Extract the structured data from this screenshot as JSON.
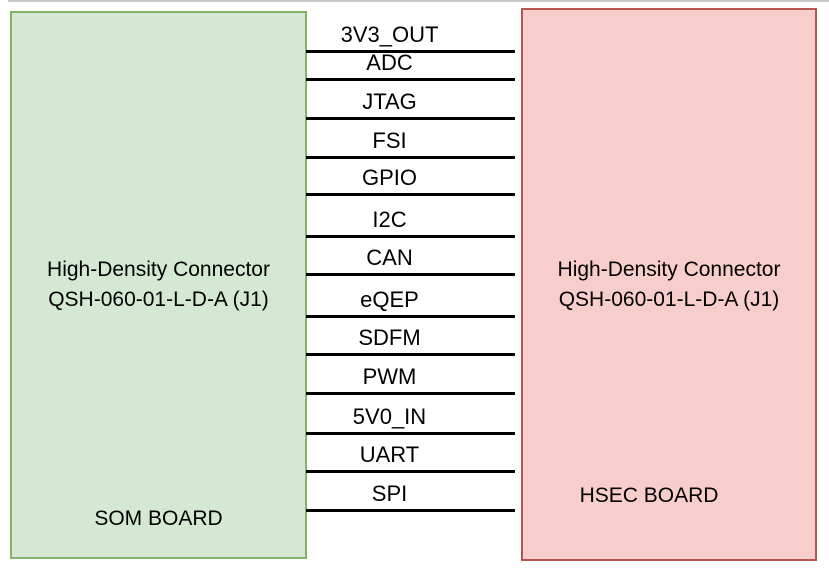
{
  "diagram": {
    "left_board": {
      "connector_line1": "High-Density Connector",
      "connector_line2": "QSH-060-01-L-D-A (J1)",
      "board_label": "SOM BOARD",
      "fill": "#d5e8d4",
      "border": "#82b366"
    },
    "right_board": {
      "connector_line1": "High-Density Connector",
      "connector_line2": "QSH-060-01-L-D-A (J1)",
      "board_label": "HSEC BOARD",
      "fill": "#f8cecc",
      "border": "#b85450"
    },
    "signals": [
      "3V3_OUT",
      "ADC",
      "JTAG",
      "FSI",
      "GPIO",
      "I2C",
      "CAN",
      "eQEP",
      "SDFM",
      "PWM",
      "5V0_IN",
      "UART",
      "SPI"
    ],
    "line_color": "#000000"
  }
}
